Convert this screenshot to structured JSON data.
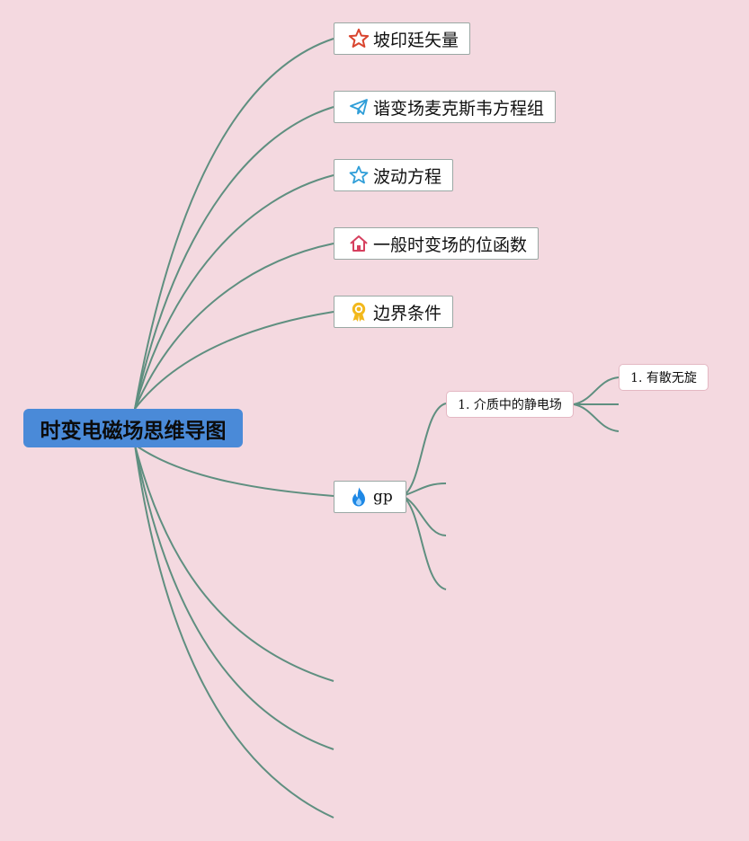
{
  "root": {
    "label": "时变电磁场思维导图"
  },
  "branches": [
    {
      "label": "坡印廷矢量",
      "icon": "star-outline-red-icon"
    },
    {
      "label": "谐变场麦克斯韦方程组",
      "icon": "paper-plane-icon"
    },
    {
      "label": "波动方程",
      "icon": "star-outline-blue-icon"
    },
    {
      "label": "一般时变场的位函数",
      "icon": "home-icon"
    },
    {
      "label": "边界条件",
      "icon": "award-ribbon-icon"
    },
    {
      "label": "gp",
      "icon": "flame-icon",
      "children": [
        {
          "label": "1. 介质中的静电场",
          "children": [
            {
              "label": "1. 有散无旋"
            }
          ]
        }
      ]
    }
  ],
  "colors": {
    "background": "#f4d9e0",
    "root_fill": "#4a8ad8",
    "link": "#5f8f80"
  }
}
